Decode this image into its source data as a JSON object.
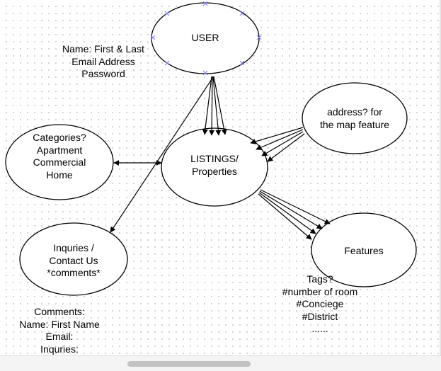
{
  "nodes": {
    "user": {
      "label": "USER"
    },
    "listings": {
      "label": "LISTINGS/\nProperties"
    },
    "categories": {
      "label": "Categories?\nApartment\nCommercial\nHome"
    },
    "address": {
      "label": "address? for\nthe map feature"
    },
    "inquries": {
      "label": "Inquries /\nContact Us\n*comments*"
    },
    "features": {
      "label": "Features"
    }
  },
  "notes": {
    "user_fields": "Name: First & Last\nEmail Address\nPassword",
    "comment_fields": "Comments:\nName: First Name\nEmail:\nInquries:",
    "feature_tags": "Tags?\n#number of room\n#Conciege\n#District\n......"
  },
  "colors": {
    "stroke": "#000000",
    "handle": "#8080ff"
  }
}
